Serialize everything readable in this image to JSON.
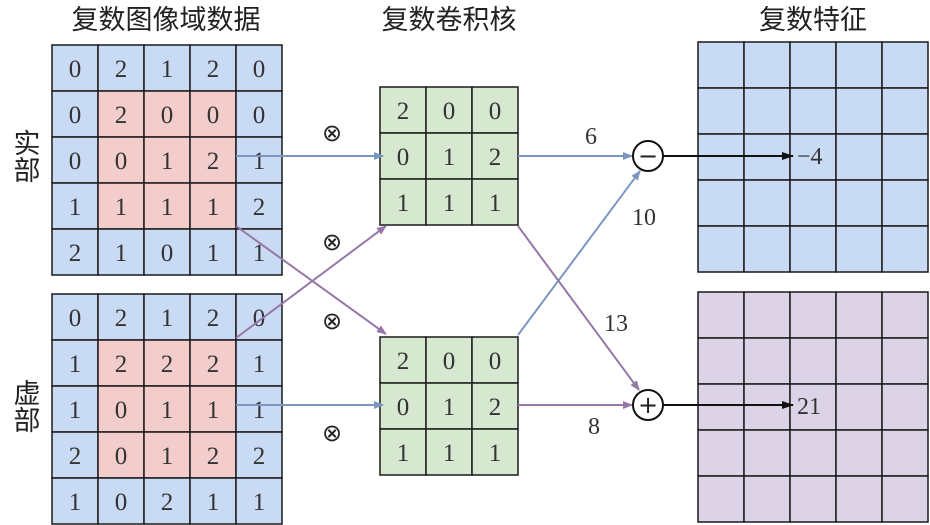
{
  "titles": {
    "input": "复数图像域数据",
    "kernel": "复数卷积核",
    "feature": "复数特征"
  },
  "side_labels": {
    "real": "实部",
    "imag": "虚部"
  },
  "colors": {
    "blue": "#c8daf4",
    "red": "#f3cccc",
    "green": "#d6e8cf",
    "purple": "#ddd3e6",
    "grid": "#1a1a1a",
    "arrow_blue": "#7b97c1",
    "arrow_purple": "#9577a8",
    "arrow_black": "#111111"
  },
  "input_real": [
    [
      "0",
      "2",
      "1",
      "2",
      "0"
    ],
    [
      "0",
      "2",
      "0",
      "0",
      "0"
    ],
    [
      "0",
      "0",
      "1",
      "2",
      "1"
    ],
    [
      "1",
      "1",
      "1",
      "1",
      "2"
    ],
    [
      "2",
      "1",
      "0",
      "1",
      "1"
    ]
  ],
  "input_imag": [
    [
      "0",
      "2",
      "1",
      "2",
      "0"
    ],
    [
      "1",
      "2",
      "2",
      "2",
      "1"
    ],
    [
      "1",
      "0",
      "1",
      "1",
      "1"
    ],
    [
      "2",
      "0",
      "1",
      "2",
      "2"
    ],
    [
      "1",
      "0",
      "2",
      "1",
      "1"
    ]
  ],
  "kernel_real": [
    [
      "2",
      "0",
      "0"
    ],
    [
      "0",
      "1",
      "2"
    ],
    [
      "1",
      "1",
      "1"
    ]
  ],
  "kernel_imag": [
    [
      "2",
      "0",
      "0"
    ],
    [
      "0",
      "1",
      "2"
    ],
    [
      "1",
      "1",
      "1"
    ]
  ],
  "multiply_symbol": "⊗",
  "minus_symbol": "−",
  "plus_symbol": "+",
  "partial_products": {
    "real_real": "6",
    "imag_imag": "10",
    "real_imag": "13",
    "imag_real": "8"
  },
  "results": {
    "real": "−4",
    "imag": "21"
  }
}
